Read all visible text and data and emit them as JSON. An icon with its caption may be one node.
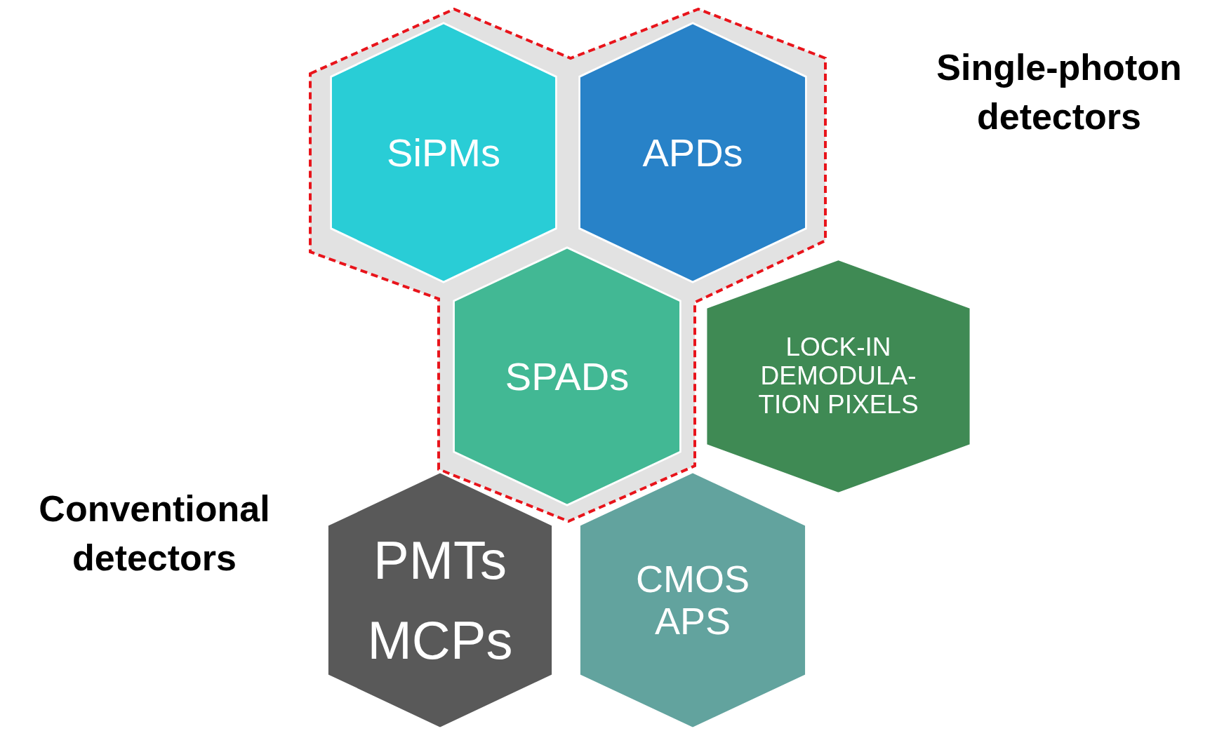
{
  "diagram": {
    "nodes": [
      {
        "text": [
          "Single-photon detectors"
        ]
      },
      {
        "text": [
          "SiPMs"
        ],
        "in": 0
      },
      {
        "text": [
          "APDs"
        ],
        "in": 0
      },
      {
        "text": [
          "SPADs"
        ],
        "in": 0
      },
      {
        "text": [
          "LOCK-IN DEMODULA- TION PIXELS"
        ]
      },
      {
        "text": [
          "PMTs",
          "MCPs"
        ]
      },
      {
        "text": [
          "CMOS APS"
        ]
      }
    ],
    "edges": [],
    "labels": [
      "Conventional detectors"
    ]
  }
}
